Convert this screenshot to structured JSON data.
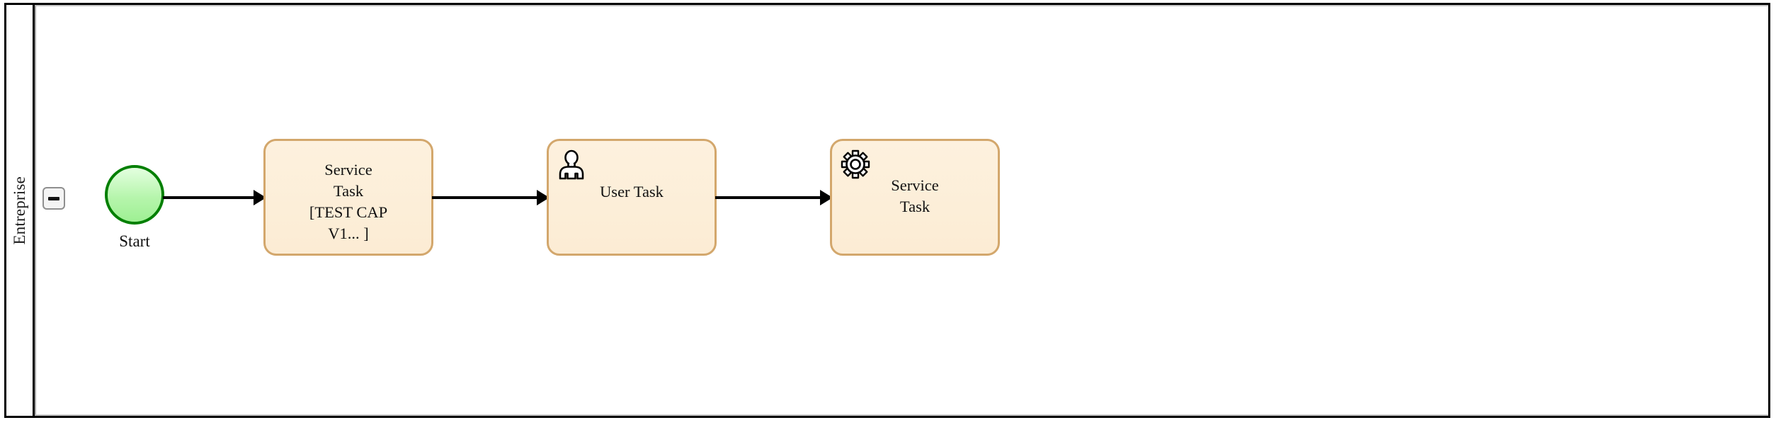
{
  "diagram": {
    "type": "bpmn-process-diagram",
    "pool": {
      "lane_label": "Entreprise",
      "collapse_toggle": {
        "name": "collapse-lane-button",
        "state": "expanded",
        "glyph": "minus"
      }
    },
    "colors": {
      "task_fill": "#fdf1de",
      "task_border": "#d3a76c",
      "start_fill": "#b6f5ac",
      "start_border": "#007f00",
      "pool_border": "#000000",
      "flow_stroke": "#000000",
      "text": "#111111"
    },
    "nodes": [
      {
        "id": "start",
        "kind": "start-event",
        "label": "Start",
        "icon": "none"
      },
      {
        "id": "task-1",
        "kind": "service-task",
        "label": "Service\nTask\n[TEST CAP\nV1... ]",
        "icon": "none"
      },
      {
        "id": "task-2",
        "kind": "user-task",
        "label": "User Task",
        "icon": "user-icon"
      },
      {
        "id": "task-3",
        "kind": "service-task",
        "label": "Service\nTask",
        "icon": "gear-icon"
      }
    ],
    "flows": [
      {
        "id": "flow-1",
        "from": "start",
        "to": "task-1"
      },
      {
        "id": "flow-2",
        "from": "task-1",
        "to": "task-2"
      },
      {
        "id": "flow-3",
        "from": "task-2",
        "to": "task-3"
      }
    ]
  }
}
